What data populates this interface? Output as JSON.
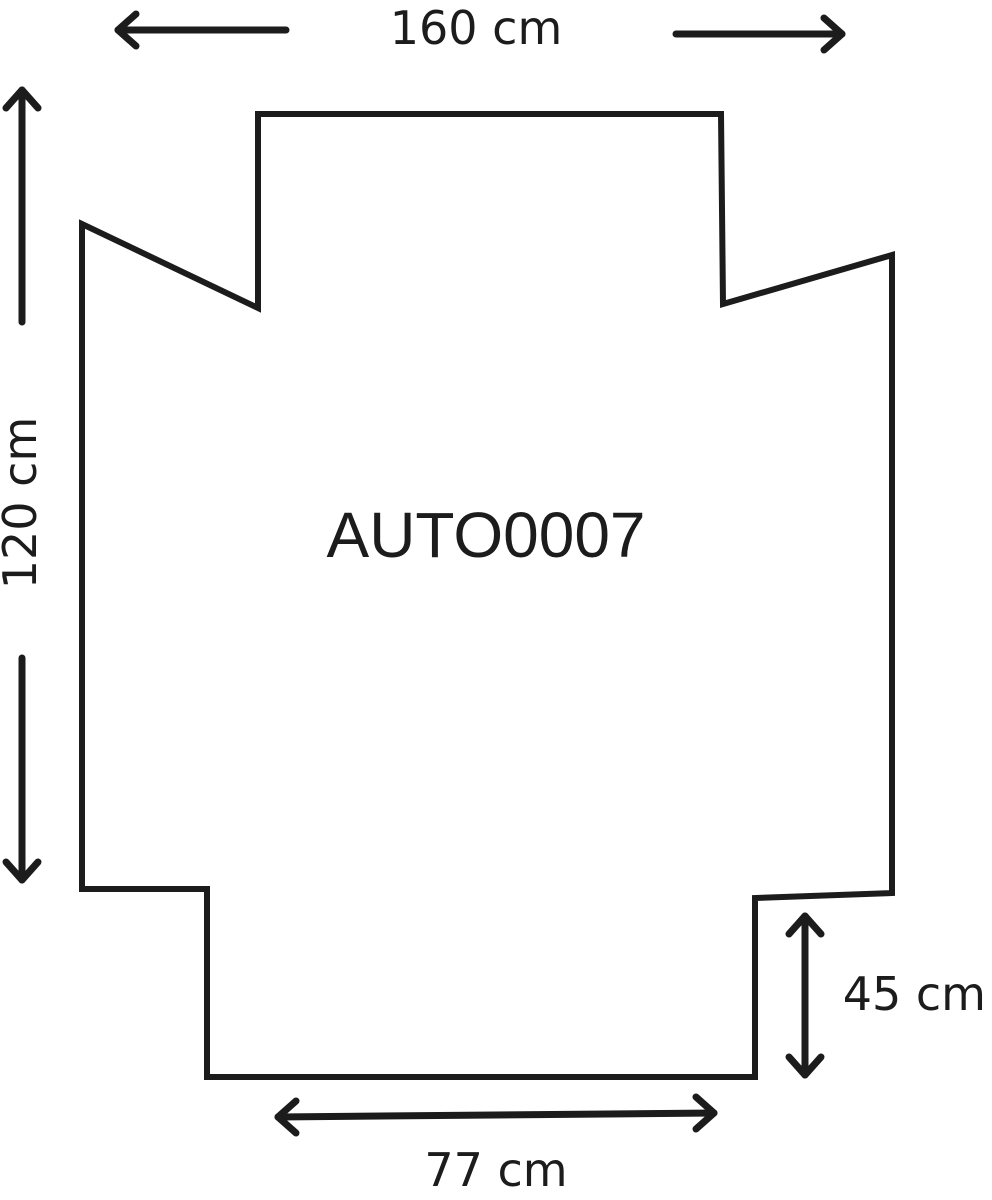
{
  "diagram": {
    "model_code": "AUTO0007",
    "stroke_color": "#1c1c1c",
    "background_color": "#ffffff",
    "dimensions": {
      "top_width": "160 cm",
      "height": "120 cm",
      "bottom_width": "77 cm",
      "bottom_step_height": "45 cm"
    },
    "arrow_style": "double-headed"
  }
}
